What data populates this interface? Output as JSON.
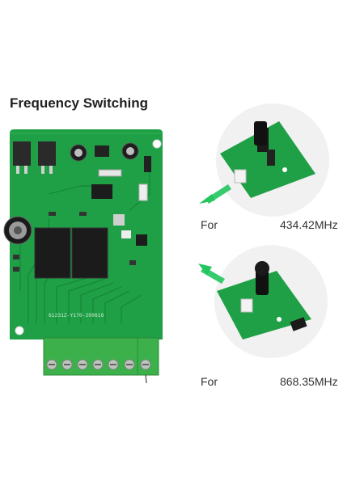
{
  "title": "Frequency Switching",
  "board": {
    "silk_text": "61231Z-Y170-200616"
  },
  "options": [
    {
      "for_label": "For",
      "frequency": "434.42MHz"
    },
    {
      "for_label": "For",
      "frequency": "868.35MHz"
    }
  ],
  "colors": {
    "pcb": "#1fa046",
    "pcb_dark": "#15803a",
    "terminal": "#3cb04a",
    "arrow": "#22c55e"
  }
}
